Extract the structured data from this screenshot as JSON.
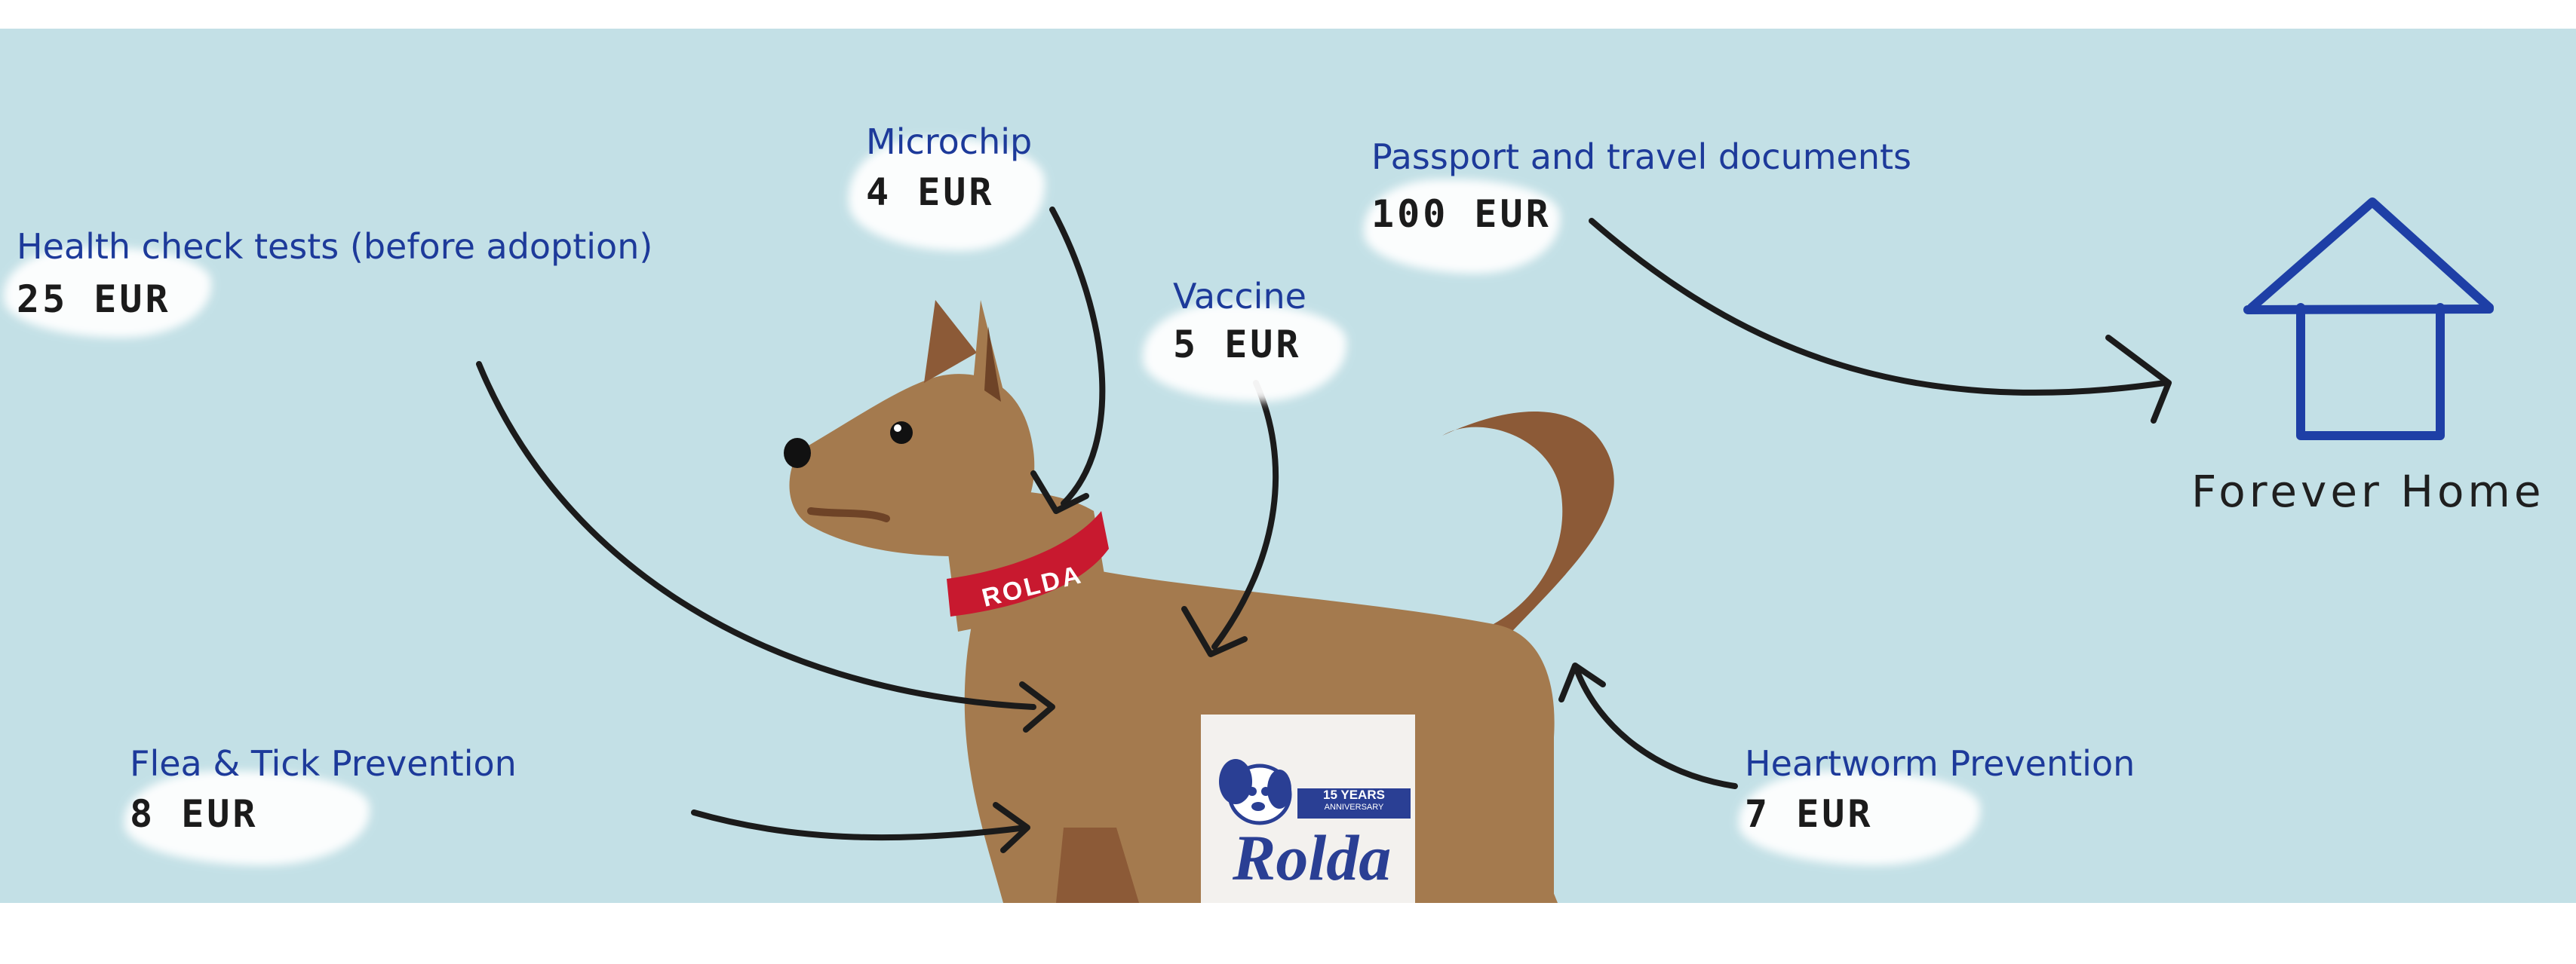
{
  "costs": [
    {
      "id": "health",
      "label": "Health check tests (before adoption)",
      "price": "25 EUR"
    },
    {
      "id": "microchip",
      "label": "Microchip",
      "price": "4 EUR"
    },
    {
      "id": "vaccine",
      "label": "Vaccine",
      "price": "5 EUR"
    },
    {
      "id": "passport",
      "label": "Passport and travel documents",
      "price": "100 EUR"
    },
    {
      "id": "flea",
      "label": "Flea & Tick Prevention",
      "price": "8 EUR"
    },
    {
      "id": "heartworm",
      "label": "Heartworm Prevention",
      "price": "7 EUR"
    }
  ],
  "destination": {
    "label": "Forever Home"
  },
  "dog": {
    "collar_text": "ROLDA"
  },
  "logo": {
    "line1": "15 YEARS",
    "line2": "ANNIVERSARY",
    "name": "Rolda"
  },
  "colors": {
    "background": "#c3e0e6",
    "label_blue": "#1d3a9a",
    "dog_body": "#a47a4e",
    "dog_dark": "#8c5a37",
    "collar": "#c8192f",
    "house": "#1e3fa6"
  },
  "icons": [
    "house-icon",
    "dog-illustration",
    "rolda-logo"
  ]
}
